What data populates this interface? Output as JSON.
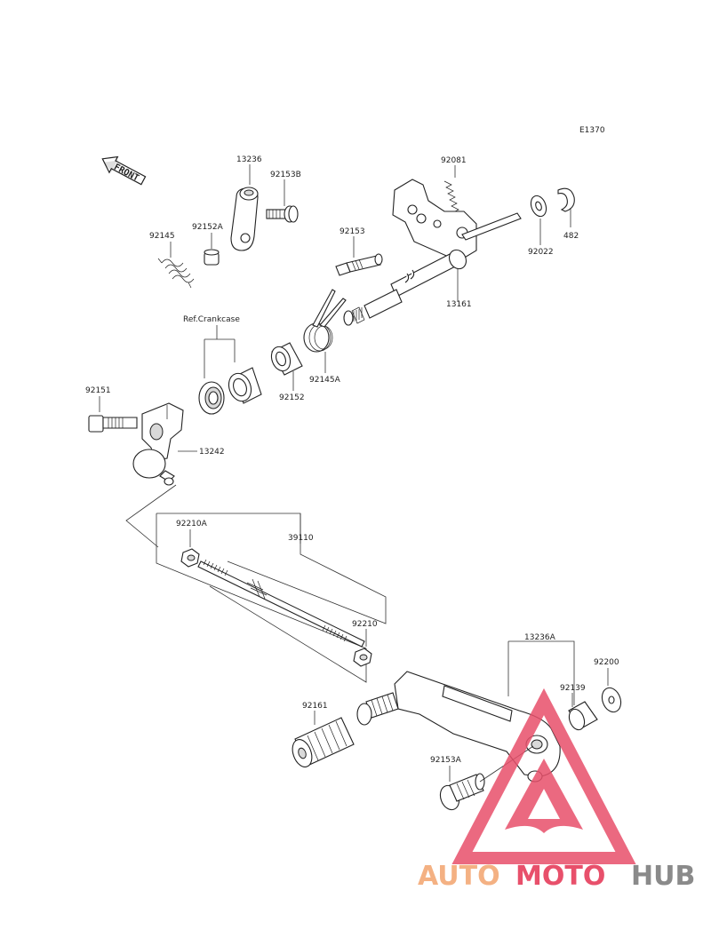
{
  "diagram_code": "E1370",
  "front_label": "FRONT",
  "ref_label": "Ref.Crankcase",
  "parts": {
    "p13236": "13236",
    "p92153B": "92153B",
    "p92152A": "92152A",
    "p92145": "92145",
    "p92081": "92081",
    "p92022": "92022",
    "p482": "482",
    "p92153": "92153",
    "p13161": "13161",
    "p92145A": "92145A",
    "p92152": "92152",
    "p92151": "92151",
    "p13242": "13242",
    "p92210A": "92210A",
    "p39110": "39110",
    "p92210": "92210",
    "p13236A": "13236A",
    "p92200": "92200",
    "p92139": "92139",
    "p92161": "92161",
    "p92153A": "92153A"
  },
  "watermark": {
    "part1": "AUTO",
    "part2": "MOTO",
    "part3": "HUB",
    "colors": {
      "part1": "#f4b183",
      "part2": "#e8506b",
      "part3": "#8a8a8a",
      "triangle": "#e8506b"
    }
  }
}
